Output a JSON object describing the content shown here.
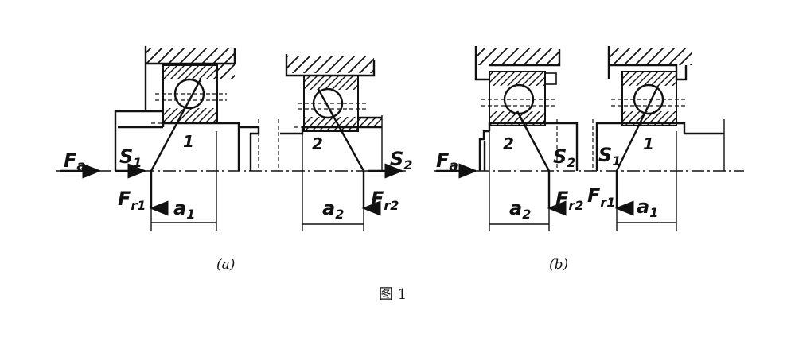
{
  "labels": {
    "Fa": "F",
    "Fa_sub": "a",
    "S1": "S",
    "S1_sub": "1",
    "S2": "S",
    "S2_sub": "2",
    "Fr1": "F",
    "Fr1_sub": "r1",
    "Fr2": "F",
    "Fr2_sub": "r2",
    "a1": "a",
    "a1_sub": "1",
    "a2": "a",
    "a2_sub": "2",
    "bearing1": "1",
    "bearing2": "2"
  },
  "captions": {
    "a": "(a)",
    "b": "(b)",
    "figure": "图 1"
  }
}
